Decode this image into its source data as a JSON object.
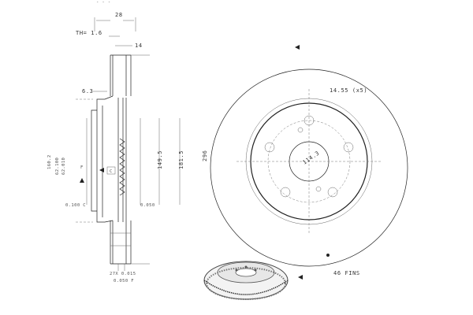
{
  "colors": {
    "ink": "#222222",
    "light_ink": "#777777",
    "paper": "#ffffff"
  },
  "dimensions": {
    "top_partial": "- - -",
    "width_total": "28",
    "th_min": "TH= 1.6",
    "offset_14": "14",
    "hat_6_3": "6.3",
    "d_160_2": "160.2",
    "d_62_100": "62.100",
    "d_62_010": "62.010",
    "d_149_5": "149.5",
    "d_181_5": "181.5",
    "d_296": "296",
    "tol_left": "0.100 C",
    "tol_right": "0.050",
    "tol_bottom1": "27X 0.015",
    "tol_bottom2": "0.050 F"
  },
  "markers": {
    "f": "F",
    "c": "C"
  },
  "face": {
    "hole_dim": "14.55 (x5)",
    "pcd": "114.3",
    "fins": "46 FINS"
  }
}
